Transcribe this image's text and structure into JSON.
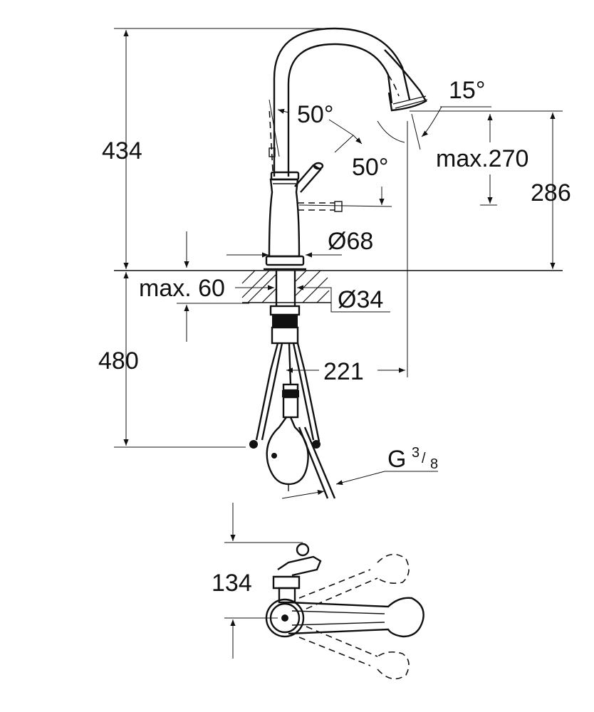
{
  "dimensions": {
    "overall_height": "434",
    "spout_angle_1": "50°",
    "spout_angle_2": "50°",
    "spray_angle": "15°",
    "spout_clearance": "max.270",
    "spout_height": "286",
    "base_diameter": "Ø68",
    "max_thickness": "max. 60",
    "hole_diameter": "Ø34",
    "below_depth": "480",
    "reach": "221",
    "connection_base": "G",
    "connection_num": "3",
    "connection_den": "8",
    "top_view_offset": "134"
  }
}
